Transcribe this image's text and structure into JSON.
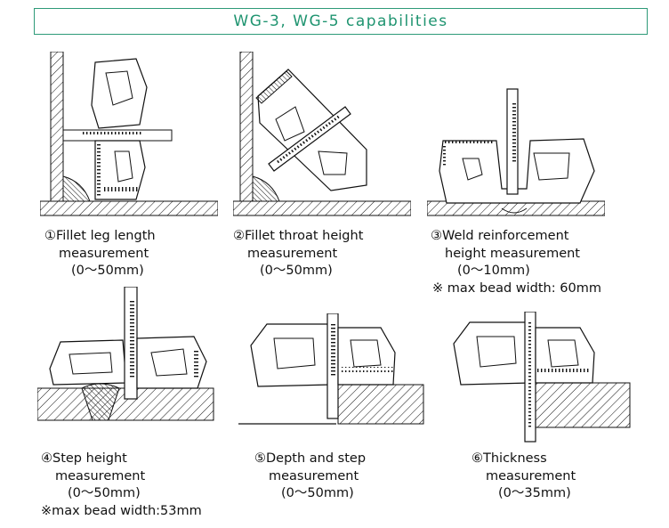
{
  "title": "WG-3, WG-5 capabilities",
  "captions": [
    {
      "line1": "①Fillet leg length",
      "line2": "measurement",
      "line3": "(0〜50mm)",
      "note": ""
    },
    {
      "line1": "②Fillet throat height",
      "line2": "measurement",
      "line3": "(0〜50mm)",
      "note": ""
    },
    {
      "line1": "③Weld reinforcement",
      "line2": "height measurement",
      "line3": "(0〜10mm)",
      "note": "※ max bead width: 60mm"
    },
    {
      "line1": "④Step height",
      "line2": "measurement",
      "line3": "(0〜50mm)",
      "note": "※max bead width:53mm"
    },
    {
      "line1": "⑤Depth and step",
      "line2": "measurement",
      "line3": "(0〜50mm)",
      "note": ""
    },
    {
      "line1": "⑥Thickness",
      "line2": "measurement",
      "line3": "(0〜35mm)",
      "note": ""
    }
  ],
  "colors": {
    "title": "#1f9470",
    "title_border": "#2e9a78",
    "ink": "#111111"
  }
}
